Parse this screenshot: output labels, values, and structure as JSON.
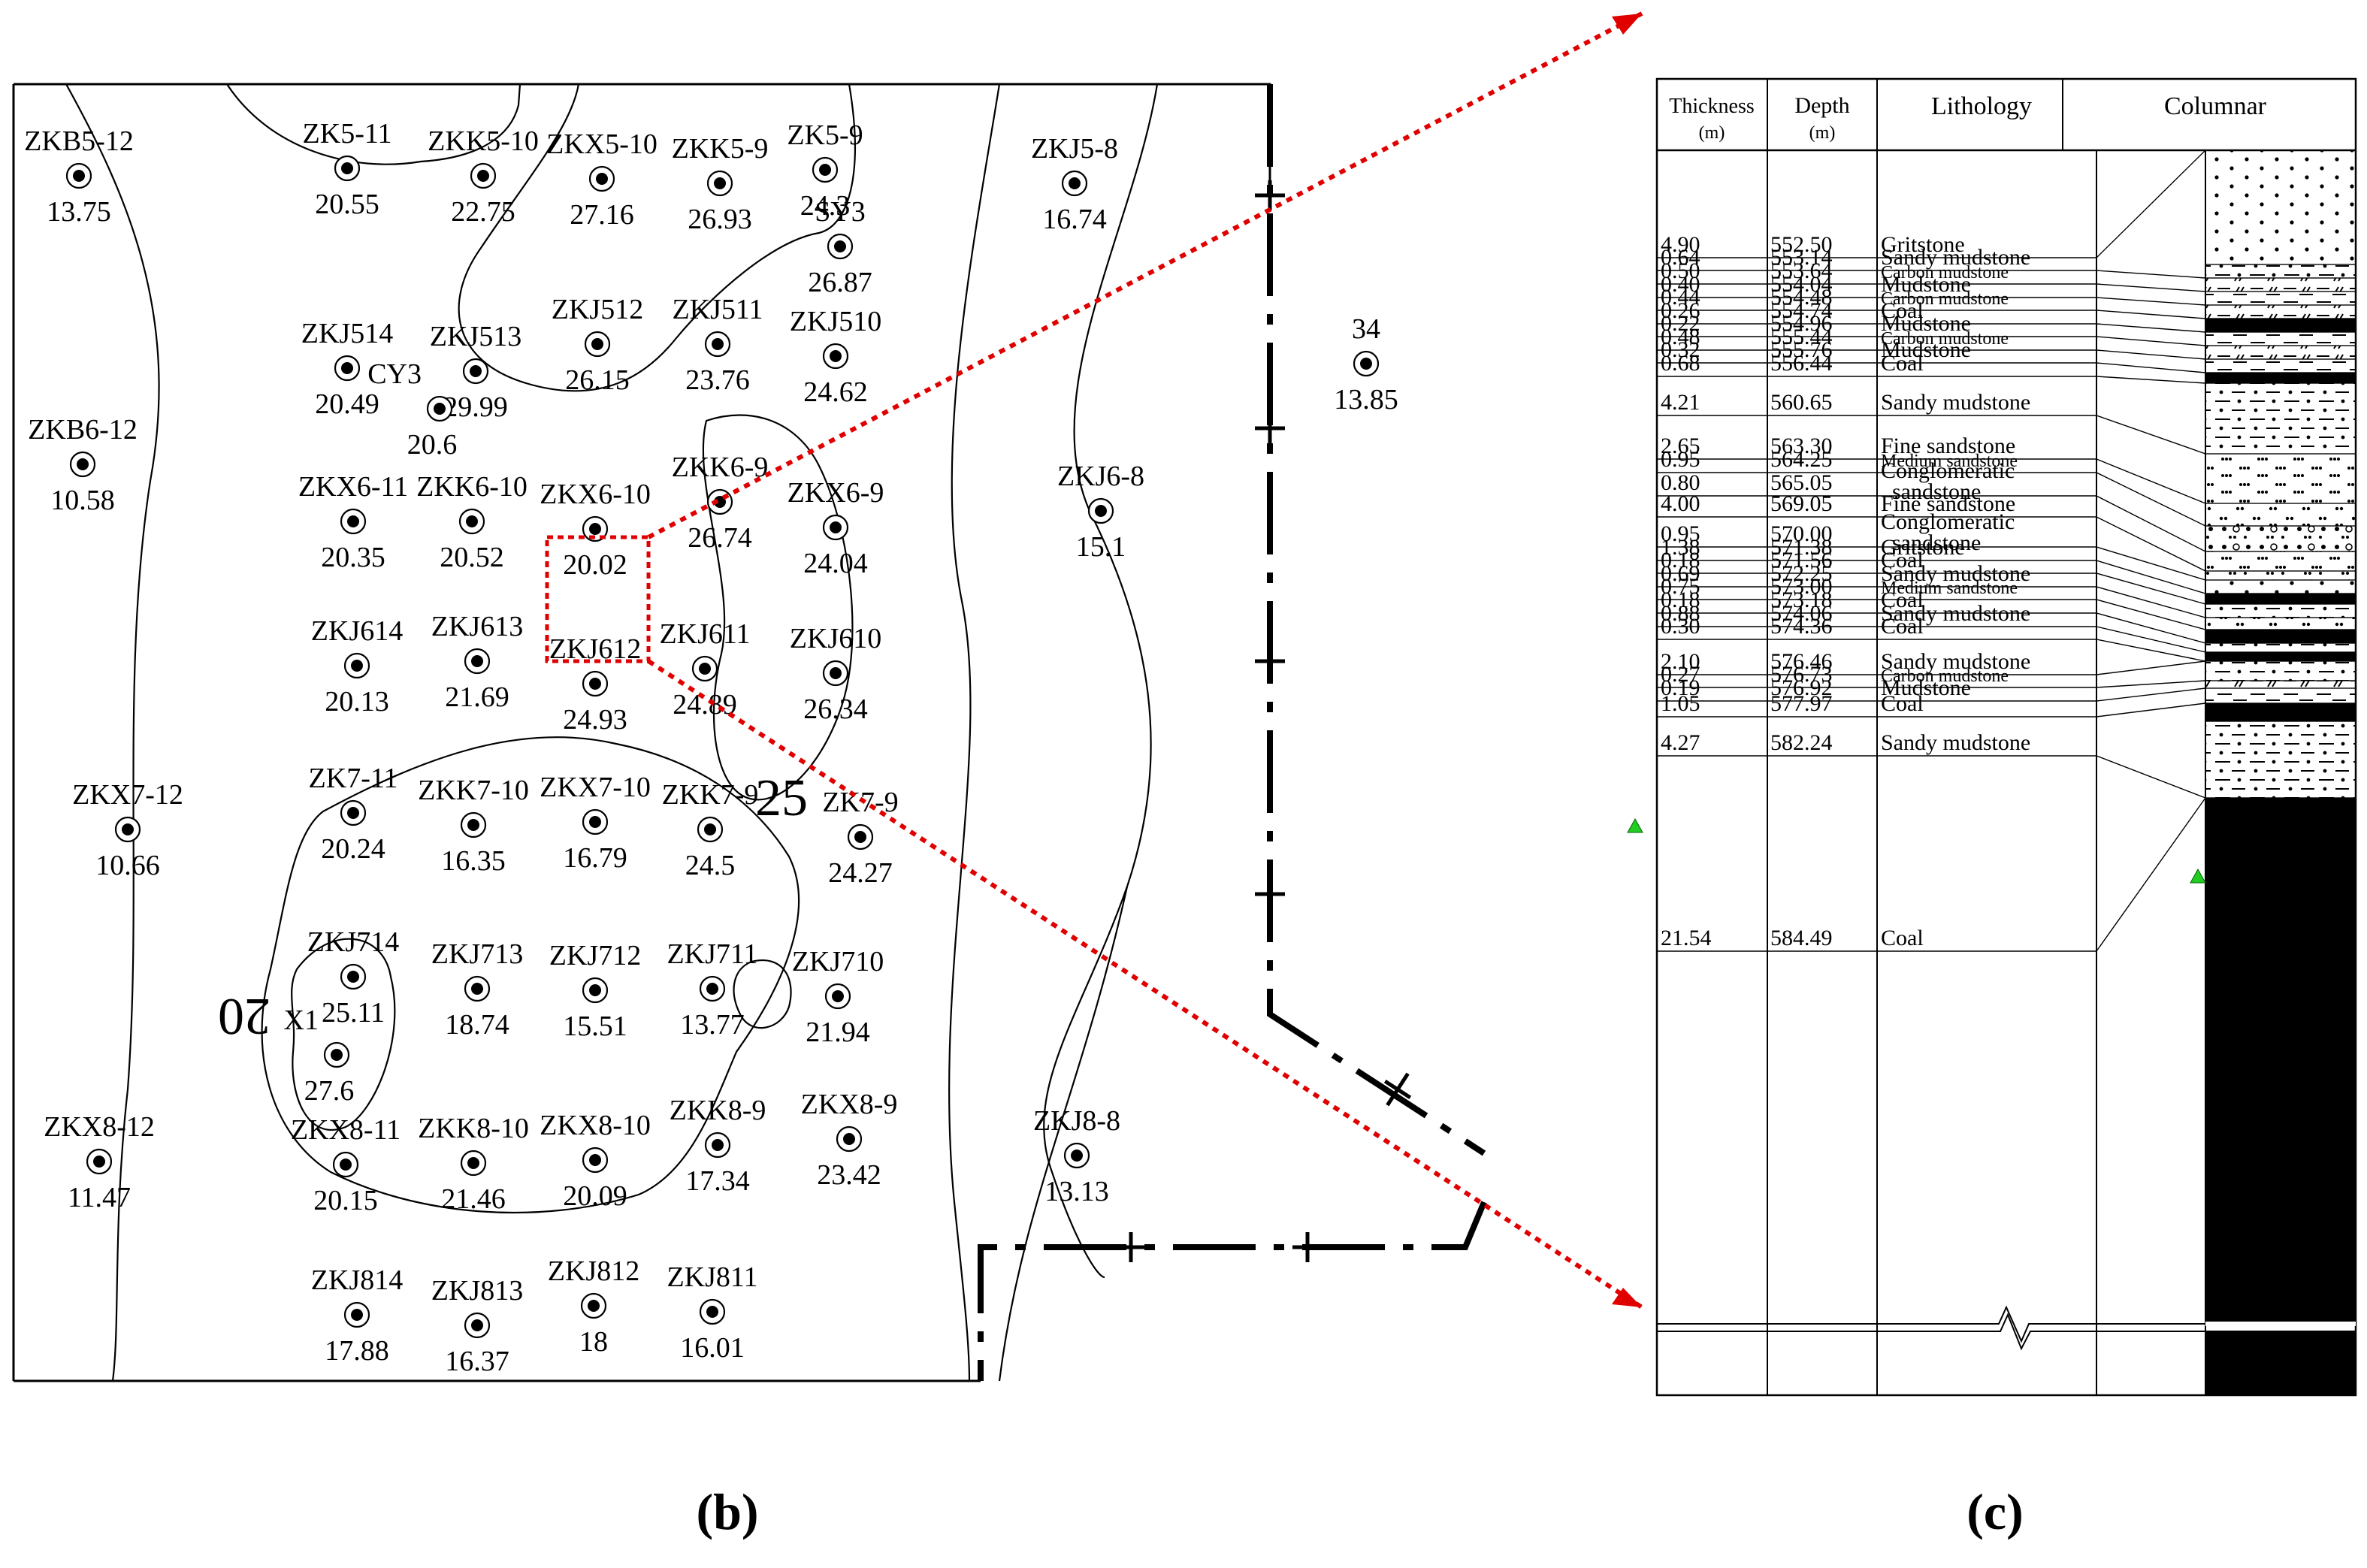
{
  "panels": [
    {
      "id": "b",
      "caption": "(b)"
    },
    {
      "id": "c",
      "caption": "(c)"
    }
  ],
  "map": {
    "boreholes": [
      {
        "name": "ZKB5-12",
        "value": "13.75"
      },
      {
        "name": "ZK5-11",
        "value": "20.55"
      },
      {
        "name": "ZKK5-10",
        "value": "22.75"
      },
      {
        "name": "ZKX5-10",
        "value": "27.16"
      },
      {
        "name": "ZKK5-9",
        "value": "26.93"
      },
      {
        "name": "ZK5-9",
        "value": "24.3"
      },
      {
        "name": "SY3",
        "value": "26.87"
      },
      {
        "name": "ZKJ5-8",
        "value": "16.74"
      },
      {
        "name": "ZKJ514",
        "value": "20.49"
      },
      {
        "name": "ZKJ513",
        "value": "29.99"
      },
      {
        "name": "CY3",
        "value": "20.6"
      },
      {
        "name": "ZKJ512",
        "value": "26.15"
      },
      {
        "name": "ZKJ511",
        "value": "23.76"
      },
      {
        "name": "ZKJ510",
        "value": "24.62"
      },
      {
        "name": "34",
        "value": "13.85"
      },
      {
        "name": "ZKB6-12",
        "value": "10.58"
      },
      {
        "name": "ZKX6-11",
        "value": "20.35"
      },
      {
        "name": "ZKK6-10",
        "value": "20.52"
      },
      {
        "name": "ZKX6-10",
        "value": "20.02"
      },
      {
        "name": "ZKK6-9",
        "value": "26.74"
      },
      {
        "name": "ZKX6-9",
        "value": "24.04"
      },
      {
        "name": "ZKJ6-8",
        "value": "15.1"
      },
      {
        "name": "ZKJ614",
        "value": "20.13"
      },
      {
        "name": "ZKJ613",
        "value": "21.69"
      },
      {
        "name": "ZKJ612",
        "value": "24.93"
      },
      {
        "name": "ZKJ611",
        "value": "24.89"
      },
      {
        "name": "ZKJ610",
        "value": "26.34"
      },
      {
        "name": "ZKX7-12",
        "value": "10.66"
      },
      {
        "name": "ZK7-11",
        "value": "20.24"
      },
      {
        "name": "ZKK7-10",
        "value": "16.35"
      },
      {
        "name": "ZKX7-10",
        "value": "16.79"
      },
      {
        "name": "ZKK7-9",
        "value": "24.5"
      },
      {
        "name": "ZK7-9",
        "value": "24.27"
      },
      {
        "name": "ZKJ714",
        "value": "25.11"
      },
      {
        "name": "X1",
        "value": "27.6"
      },
      {
        "name": "ZKJ713",
        "value": "18.74"
      },
      {
        "name": "ZKJ712",
        "value": "15.51"
      },
      {
        "name": "ZKJ711",
        "value": "13.77"
      },
      {
        "name": "ZKJ710",
        "value": "21.94"
      },
      {
        "name": "ZKX8-12",
        "value": "11.47"
      },
      {
        "name": "ZKX8-11",
        "value": "20.15"
      },
      {
        "name": "ZKK8-10",
        "value": "21.46"
      },
      {
        "name": "ZKX8-10",
        "value": "20.09"
      },
      {
        "name": "ZKK8-9",
        "value": "17.34"
      },
      {
        "name": "ZKX8-9",
        "value": "23.42"
      },
      {
        "name": "ZKJ8-8",
        "value": "13.13"
      },
      {
        "name": "ZKJ814",
        "value": "17.88"
      },
      {
        "name": "ZKJ813",
        "value": "16.37"
      },
      {
        "name": "ZKJ812",
        "value": "18"
      },
      {
        "name": "ZKJ811",
        "value": "16.01"
      }
    ],
    "contour_labels": [
      "25",
      "20"
    ]
  },
  "column": {
    "headers": {
      "thickness": "Thickness",
      "thickness_unit": "(m)",
      "depth": "Depth",
      "depth_unit": "(m)",
      "lithology": "Lithology",
      "columnar": "Columnar"
    },
    "rows": [
      {
        "thickness": "4.90",
        "depth": "552.50",
        "lithology": "Gritstone",
        "pattern": "dots"
      },
      {
        "thickness": "0.64",
        "depth": "553.14",
        "lithology": "Sandy mudstone",
        "pattern": "sandymud"
      },
      {
        "thickness": "0.50",
        "depth": "553.64",
        "lithology": "Carbon mudstone",
        "pattern": "carbon"
      },
      {
        "thickness": "0.40",
        "depth": "554.04",
        "lithology": "Mudstone",
        "pattern": "mud"
      },
      {
        "thickness": "0.44",
        "depth": "554.48",
        "lithology": "Carbon mudstone",
        "pattern": "carbon"
      },
      {
        "thickness": "0.26",
        "depth": "554.74",
        "lithology": "Coal",
        "pattern": "coal"
      },
      {
        "thickness": "0.22",
        "depth": "554.96",
        "lithology": "Mudstone",
        "pattern": "mud"
      },
      {
        "thickness": "0.48",
        "depth": "555.44",
        "lithology": "Carbon mudstone",
        "pattern": "carbon"
      },
      {
        "thickness": "0.32",
        "depth": "555.76",
        "lithology": "Mudstone",
        "pattern": "mud"
      },
      {
        "thickness": "0.68",
        "depth": "556.44",
        "lithology": "Coal",
        "pattern": "coal"
      },
      {
        "thickness": "4.21",
        "depth": "560.65",
        "lithology": "Sandy mudstone",
        "pattern": "sandymud"
      },
      {
        "thickness": "2.65",
        "depth": "563.30",
        "lithology": "Fine sandstone",
        "pattern": "fine"
      },
      {
        "thickness": "0.95",
        "depth": "564.25",
        "lithology": "Medium sandstone",
        "pattern": "medium"
      },
      {
        "thickness": "0.80",
        "depth": "565.05",
        "lithology": "Conglomeratic sandstone",
        "pattern": "congl"
      },
      {
        "thickness": "4.00",
        "depth": "569.05",
        "lithology": "Fine sandstone",
        "pattern": "fine"
      },
      {
        "thickness": "0.95",
        "depth": "570.00",
        "lithology": "Conglomeratic sandstone",
        "pattern": "congl"
      },
      {
        "thickness": "1.38",
        "depth": "571.38",
        "lithology": "Gritstone",
        "pattern": "dots"
      },
      {
        "thickness": "0.18",
        "depth": "571.56",
        "lithology": "Coal",
        "pattern": "coal"
      },
      {
        "thickness": "0.69",
        "depth": "572.25",
        "lithology": "Sandy mudstone",
        "pattern": "sandymud"
      },
      {
        "thickness": "0.75",
        "depth": "573.00",
        "lithology": "Medium sandstone",
        "pattern": "medium"
      },
      {
        "thickness": "0.18",
        "depth": "573.18",
        "lithology": "Coal",
        "pattern": "coal"
      },
      {
        "thickness": "0.88",
        "depth": "574.06",
        "lithology": "Sandy mudstone",
        "pattern": "sandymud"
      },
      {
        "thickness": "0.30",
        "depth": "574.36",
        "lithology": "Coal",
        "pattern": "coal"
      },
      {
        "thickness": "2.10",
        "depth": "576.46",
        "lithology": "Sandy mudstone",
        "pattern": "sandymud"
      },
      {
        "thickness": "0.27",
        "depth": "576.73",
        "lithology": "Carbon mudstone",
        "pattern": "carbon"
      },
      {
        "thickness": "0.19",
        "depth": "576.92",
        "lithology": "Mudstone",
        "pattern": "mud"
      },
      {
        "thickness": "1.05",
        "depth": "577.97",
        "lithology": "Coal",
        "pattern": "coal"
      },
      {
        "thickness": "4.27",
        "depth": "582.24",
        "lithology": "Sandy mudstone",
        "pattern": "sandymud"
      },
      {
        "thickness": "21.54",
        "depth": "584.49",
        "lithology": "Coal",
        "pattern": "coal"
      }
    ]
  },
  "colors": {
    "ink": "#000000",
    "highlight": "#e00000",
    "marker": "#22cc22",
    "background": "#ffffff"
  }
}
